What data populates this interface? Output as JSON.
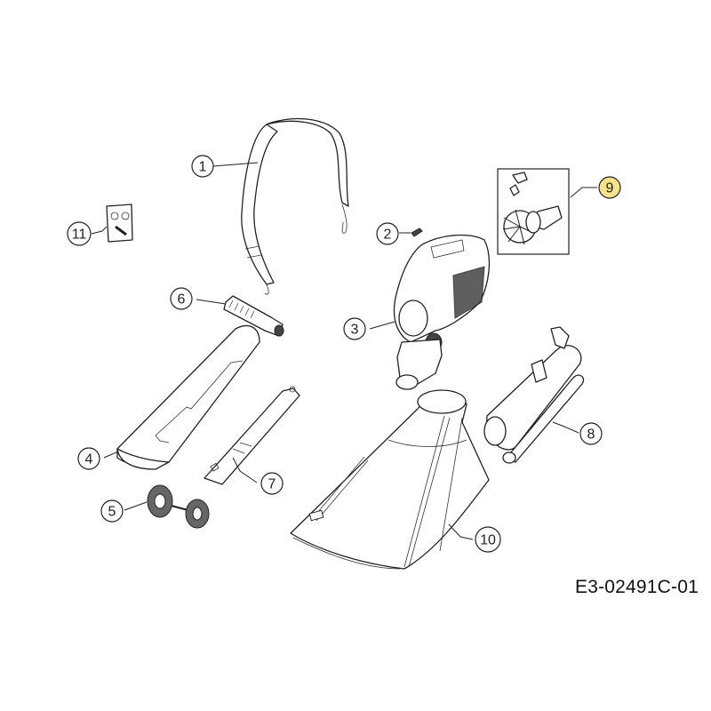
{
  "diagram": {
    "type": "exploded-parts-view",
    "document_code": "E3-02491C-01",
    "highlight_color": "#f6e38a",
    "parts": [
      {
        "number": "1",
        "label": "1",
        "depiction": "shoulder strap with hooks"
      },
      {
        "number": "2",
        "label": "2",
        "depiction": "small clip / cable tie"
      },
      {
        "number": "3",
        "label": "3",
        "depiction": "blower motor housing with handle"
      },
      {
        "number": "4",
        "label": "4",
        "depiction": "upper blower tube"
      },
      {
        "number": "5",
        "label": "5",
        "depiction": "wheel set with axle"
      },
      {
        "number": "6",
        "label": "6",
        "depiction": "auxiliary handle grip"
      },
      {
        "number": "7",
        "label": "7",
        "depiction": "lower blower tube / nozzle"
      },
      {
        "number": "8",
        "label": "8",
        "depiction": "vacuum tube"
      },
      {
        "number": "9",
        "label": "9",
        "depiction": "fan impeller and motor kit (boxed)",
        "highlighted": true
      },
      {
        "number": "10",
        "label": "10",
        "depiction": "collection bag"
      },
      {
        "number": "11",
        "label": "11",
        "depiction": "screw bag / hardware kit"
      }
    ]
  }
}
